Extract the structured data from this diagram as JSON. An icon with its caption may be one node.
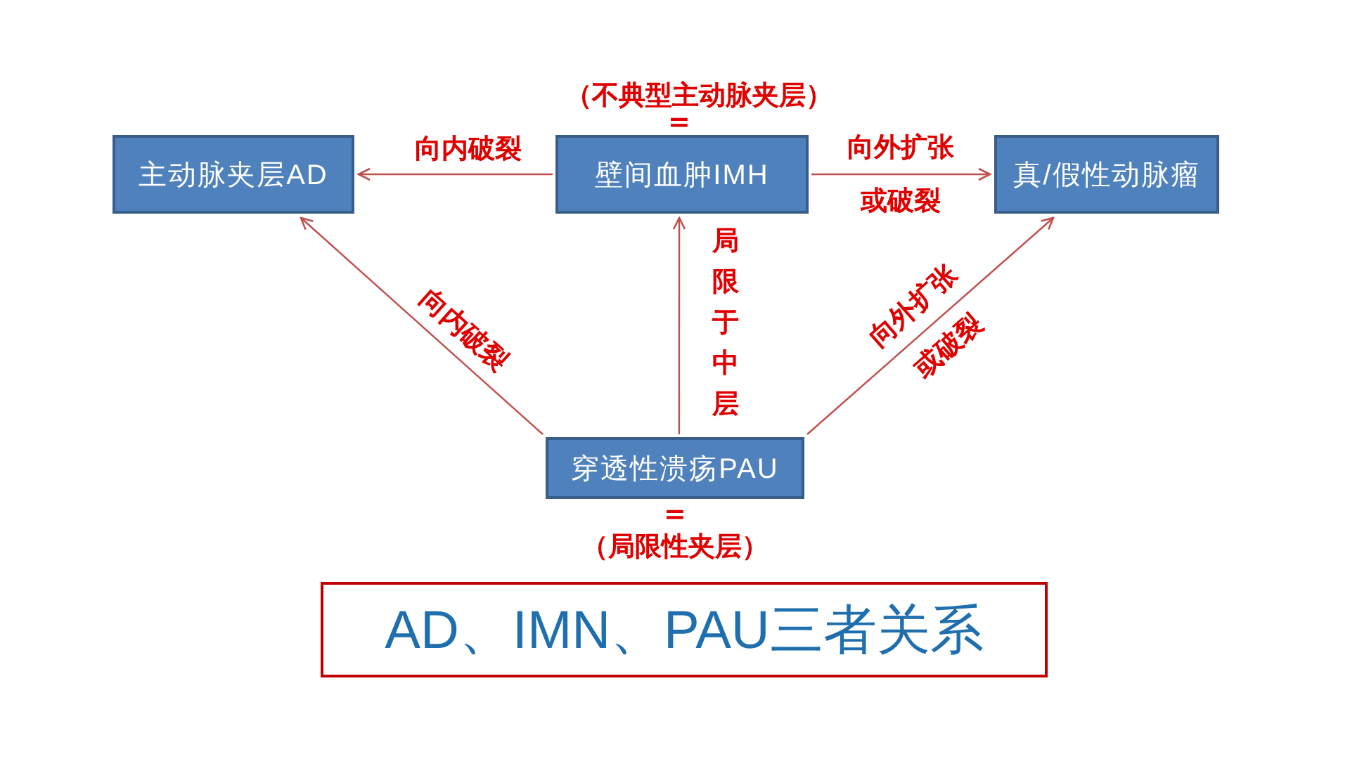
{
  "diagram": {
    "nodes": [
      {
        "text": [
          "主动脉夹层AD"
        ]
      },
      {
        "text": [
          "壁间血肿IMH"
        ],
        "beside": [
          "（不典型主动脉夹层）",
          "="
        ]
      },
      {
        "text": [
          "真/假性动脉瘤"
        ]
      },
      {
        "text": [
          "穿透性溃疡PAU"
        ],
        "beside": [
          "=",
          "（局限性夹层）"
        ]
      },
      {
        "text": [
          "AD、IMN、PAU三者关系"
        ]
      }
    ],
    "edges": [
      {
        "from": 1,
        "to": 0,
        "arrow": "to",
        "label": "向内破裂"
      },
      {
        "from": 1,
        "to": 2,
        "arrow": "to",
        "label": "向外扩张或破裂"
      },
      {
        "from": 3,
        "to": 0,
        "arrow": "to",
        "label": "向内破裂"
      },
      {
        "from": 3,
        "to": 1,
        "arrow": "to",
        "label": "局限于中层"
      },
      {
        "from": 3,
        "to": 2,
        "arrow": "to",
        "label": "向外扩张或破裂"
      }
    ]
  }
}
